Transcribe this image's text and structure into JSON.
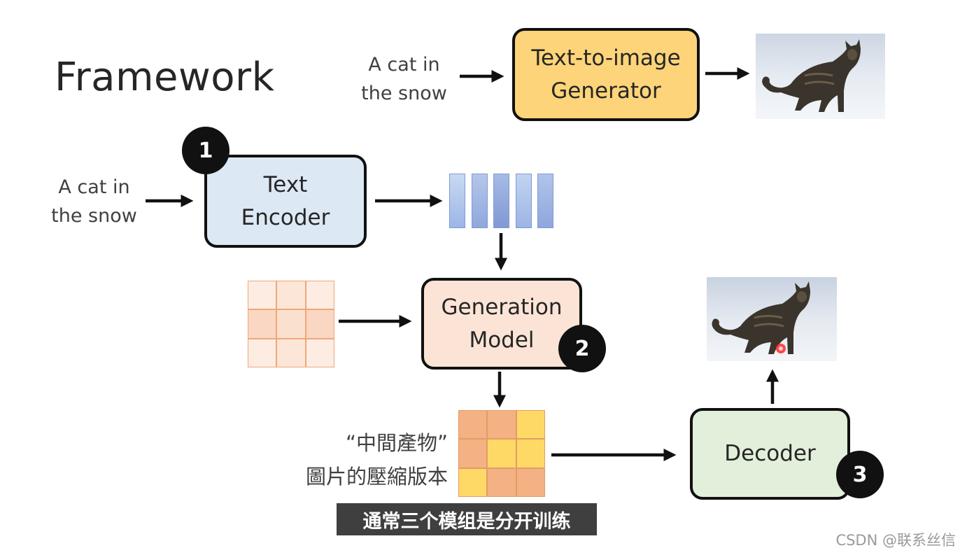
{
  "title": "Framework",
  "top_row": {
    "input_line1": "A cat in",
    "input_line2": "the snow",
    "generator_line1": "Text-to-image",
    "generator_line2": "Generator"
  },
  "encoder_row": {
    "input_line1": "A cat in",
    "input_line2": "the snow",
    "encoder_line1": "Text",
    "encoder_line2": "Encoder",
    "badge": "1"
  },
  "generation": {
    "line1": "Generation",
    "line2": "Model",
    "badge": "2"
  },
  "intermediate": {
    "line1": "“中間產物”",
    "line2": "圖片的壓縮版本"
  },
  "decoder": {
    "label": "Decoder",
    "badge": "3"
  },
  "subtitle": "通常三个模组是分开训练",
  "watermark": "CSDN @联系丝信",
  "colors": {
    "generator_fill": "#fdd479",
    "encoder_fill": "#dce8f4",
    "generation_fill": "#fbe4d6",
    "decoder_fill": "#e2efda",
    "vector_fill": "#a9c2ea",
    "latent_orange": "#f4b183",
    "latent_yellow": "#ffd966"
  },
  "icons": [
    "cat-photo",
    "cat-photo-decoded"
  ]
}
